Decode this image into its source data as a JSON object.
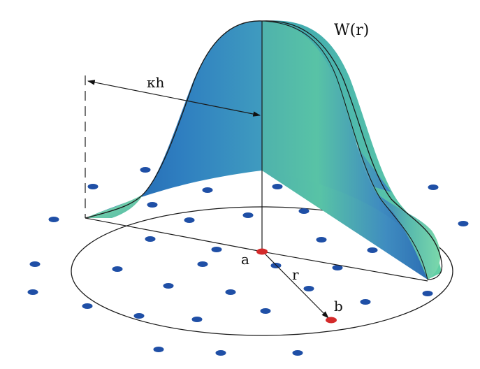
{
  "labels": {
    "kernel": "W(r)",
    "support_radius": "κh",
    "point_a": "a",
    "point_b": "b",
    "distance": "r"
  },
  "colors": {
    "particle": "#1f4fa6",
    "highlight_particle": "#d42a2a",
    "surface_dark": "#1e5fae",
    "surface_mid": "#3c8fc2",
    "surface_light": "#57c2a4",
    "outline": "#1a1a1a"
  },
  "particles_count_note": null
}
